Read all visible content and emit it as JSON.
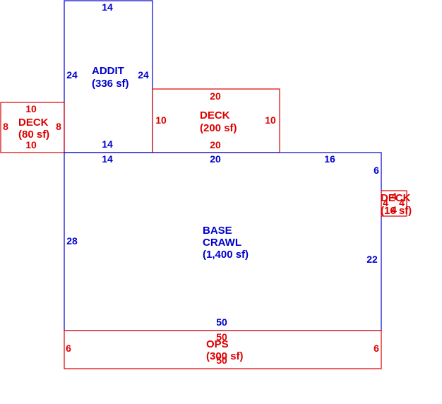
{
  "colors": {
    "blue": "#0000cc",
    "red": "#dd0000"
  },
  "areas": {
    "addit": {
      "name": "ADDIT",
      "area": "(336 sf)",
      "dims": {
        "top": "14",
        "left": "24",
        "right": "24",
        "bottom": "14"
      }
    },
    "deck_left": {
      "name": "DECK",
      "area": "(80 sf)",
      "dims": {
        "top": "10",
        "left": "8",
        "right": "8",
        "bottom": "10"
      }
    },
    "deck_mid": {
      "name": "DECK",
      "area": "(200 sf)",
      "dims": {
        "top": "20",
        "left": "10",
        "right": "10",
        "bottom": "20"
      }
    },
    "base": {
      "name_line1": "BASE",
      "name_line2": "CRAWL",
      "area": "(1,400 sf)",
      "dims": {
        "top_left": "14",
        "top_mid": "20",
        "top_right": "16",
        "right_top": "6",
        "left": "28",
        "right": "22",
        "bottom": "50"
      }
    },
    "deck_right": {
      "name": "DECK",
      "area": "(16 sf)",
      "dims": {
        "top": "4",
        "left": "4",
        "right": "4",
        "bottom": "4"
      }
    },
    "ops": {
      "name": "OPS",
      "area": "(300 sf)",
      "dims": {
        "top": "50",
        "left": "6",
        "right": "6",
        "bottom": "50"
      }
    }
  }
}
